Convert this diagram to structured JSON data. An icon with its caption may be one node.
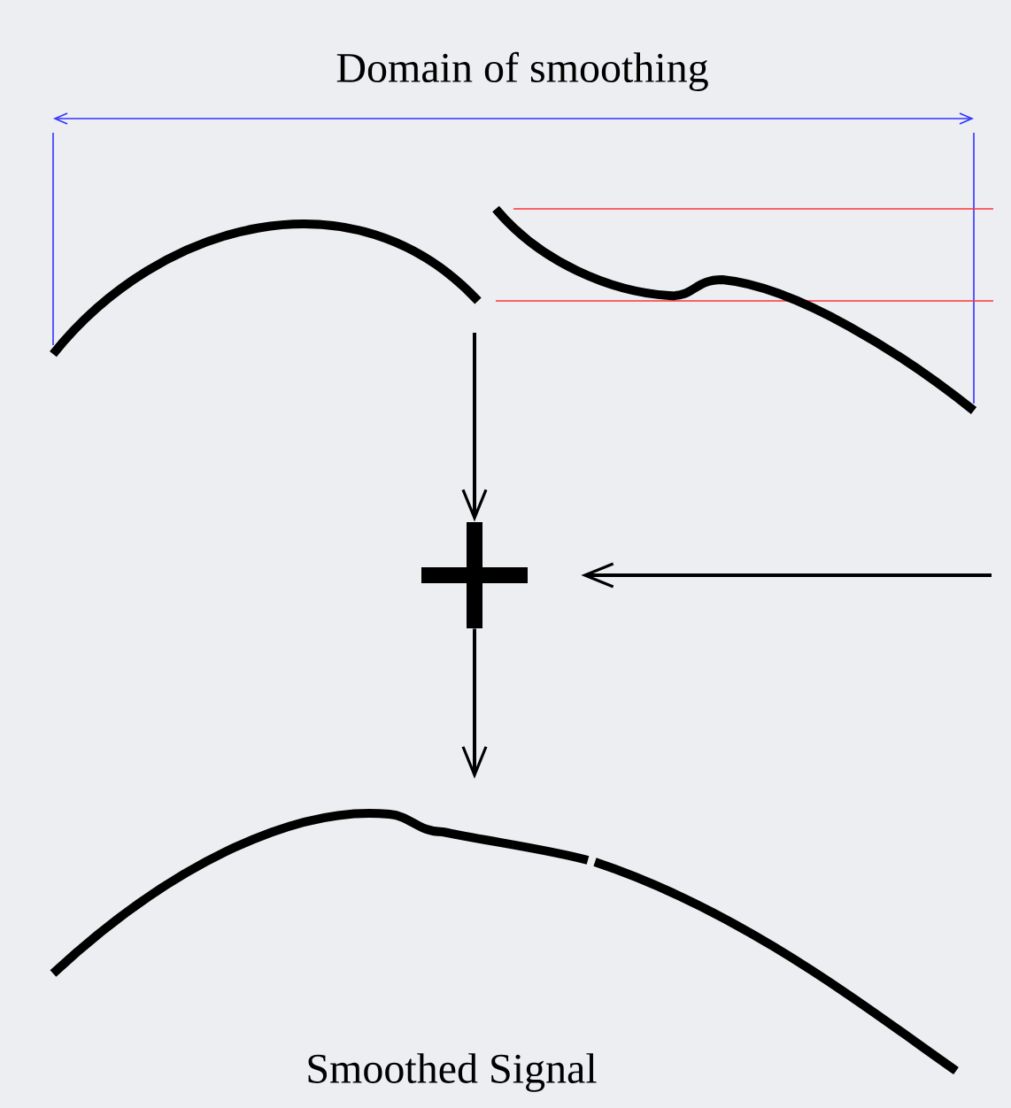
{
  "diagram": {
    "nodes": [
      {
        "text": [],
        "shape": "picture"
      },
      {
        "text": [],
        "shape": "picture"
      },
      {
        "text": [],
        "shape": "picture"
      },
      {
        "text": [
          "Smoothed Signal"
        ]
      }
    ],
    "edges": [
      {
        "from": 0,
        "to": 2,
        "arrow": "to"
      },
      {
        "from": null,
        "to": 2,
        "arrow": "to"
      },
      {
        "from": 2,
        "to": 3,
        "arrow": "to"
      }
    ],
    "labels": [
      "Domain of smoothing"
    ]
  }
}
